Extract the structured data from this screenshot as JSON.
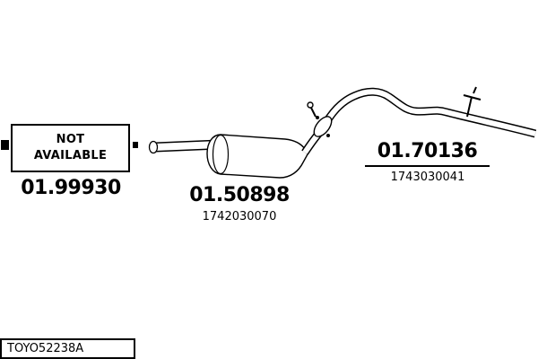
{
  "diagram": {
    "kind": "exhaust-system-parts-diagram",
    "footer_code": "TOYO52238A",
    "not_available": {
      "line1": "NOT",
      "line2": "AVAILABLE"
    },
    "parts": [
      {
        "name": "front-section",
        "code": "01.99930",
        "oe_ref": ""
      },
      {
        "name": "middle-silencer",
        "code": "01.50898",
        "oe_ref": "1742030070"
      },
      {
        "name": "rear-tailpipe",
        "code": "01.70136",
        "oe_ref": "1743030041"
      }
    ]
  },
  "colors": {
    "line": "#000000",
    "background": "#ffffff"
  }
}
